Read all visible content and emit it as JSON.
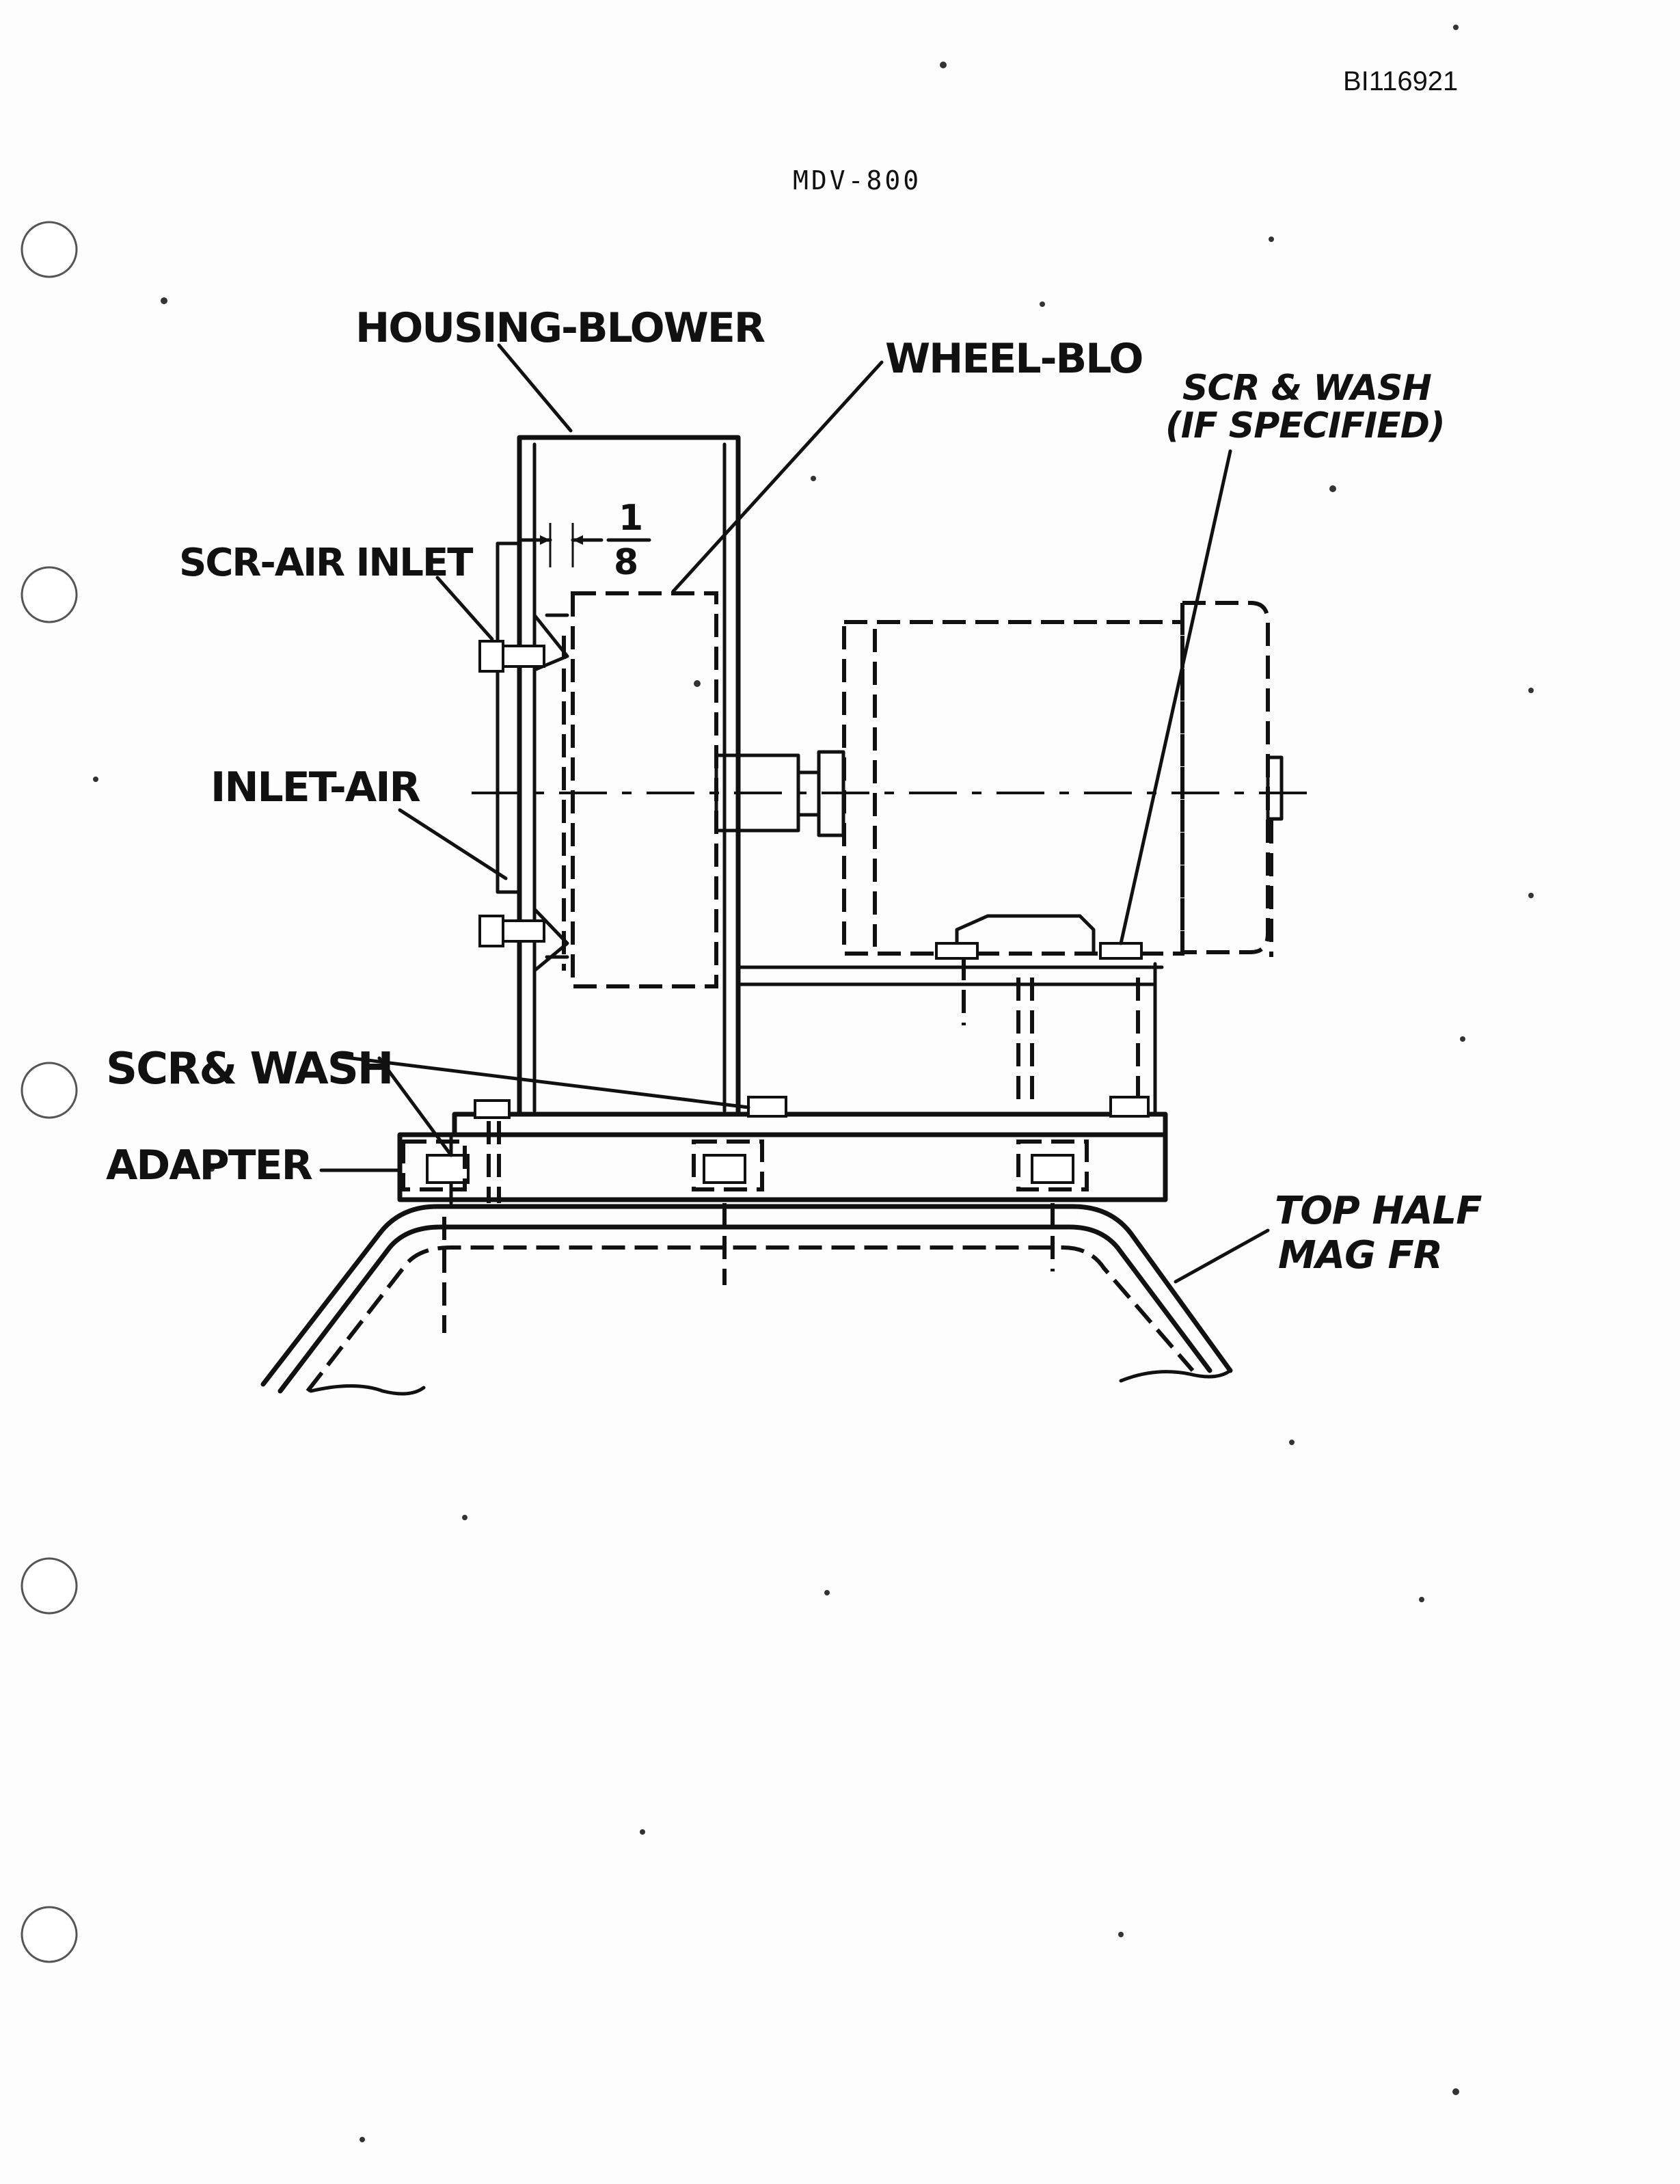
{
  "document": {
    "doc_id": "BI116921",
    "model": "MDV-800"
  },
  "labels": {
    "housing_blower": "HOUSING-BLOWER",
    "wheel_blo": "WHEEL-BLO",
    "scr_wash_if_specified_line1": "SCR & WASH",
    "scr_wash_if_specified_line2": "(IF SPECIFIED)",
    "scr_air_inlet": "SCR-AIR INLET",
    "dimension_numerator": "1",
    "dimension_denominator": "8",
    "inlet_air": "INLET-AIR",
    "scr_wash": "SCR& WASH",
    "adapter": "ADAPTER",
    "top_half_line1": "TOP HALF",
    "top_half_line2": "MAG FR"
  }
}
